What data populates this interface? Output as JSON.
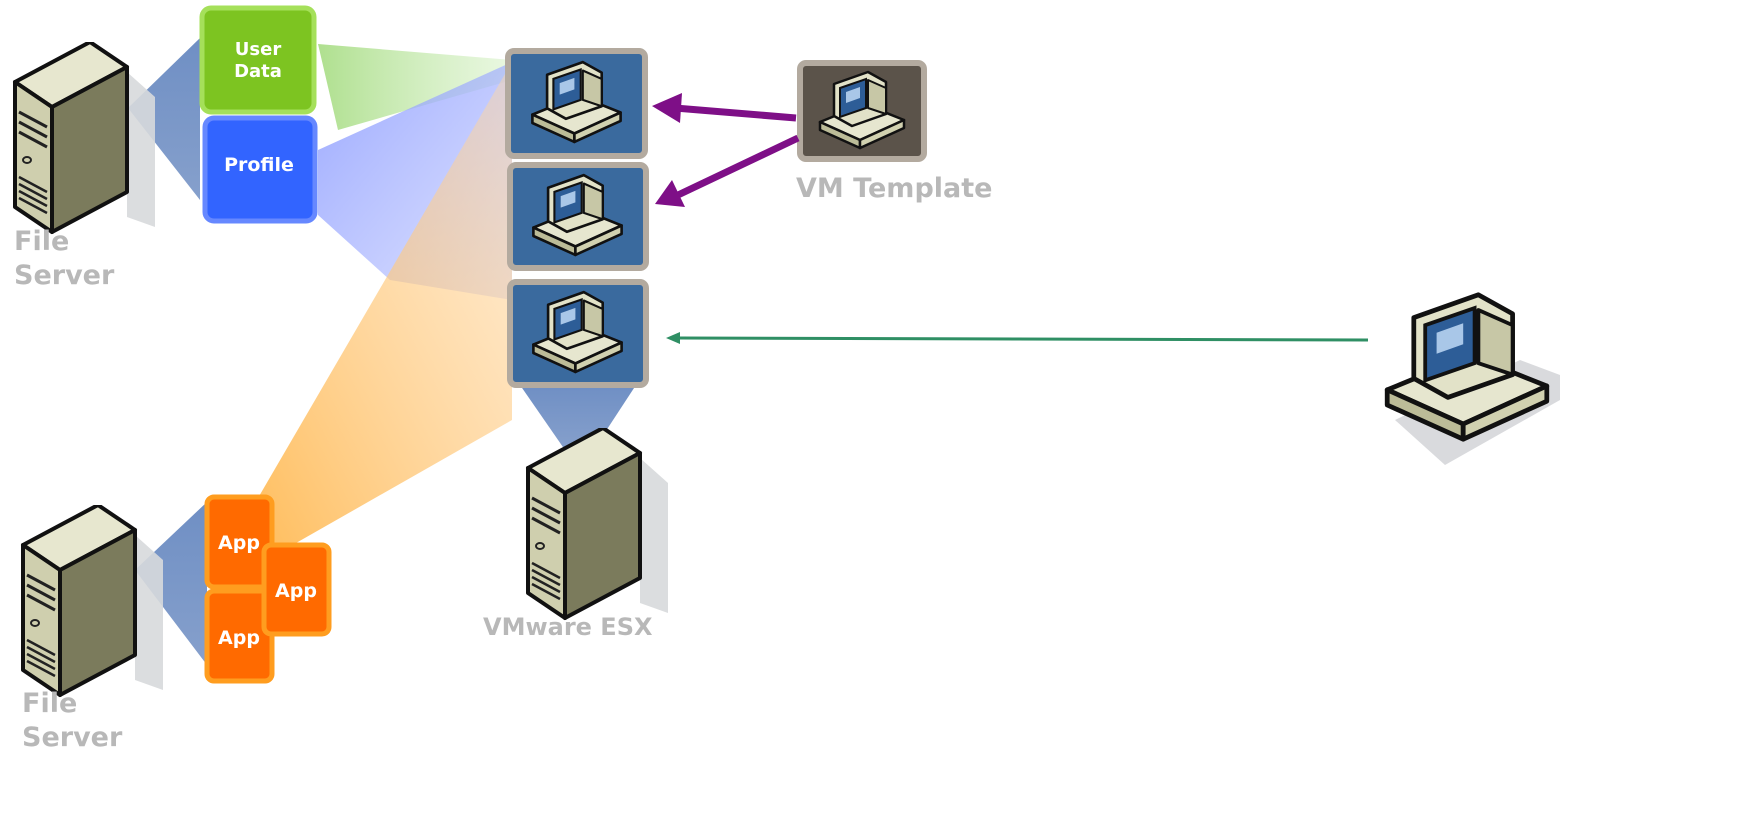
{
  "labels": {
    "file_server_top": [
      "File",
      "Server"
    ],
    "file_server_bottom": [
      "File",
      "Server"
    ],
    "vm_template": "VM Template",
    "vmware_esx": "VMware ESX"
  },
  "tiles": {
    "user_data": [
      "User",
      "Data"
    ],
    "profile": "Profile",
    "app_1": "App",
    "app_2": "App",
    "app_3": "App"
  },
  "colors": {
    "user_data": "#7dc421",
    "profile": "#3264ff",
    "app": "#ff6a00",
    "vm_tile": "#3a6a9e",
    "template_tile": "#5b534a",
    "template_arrow": "#7e0f87",
    "client_arrow": "#2f8f64",
    "label_gray": "#b8b8b8"
  },
  "icons": {
    "server": "server-tower-icon",
    "vm": "desktop-computer-icon",
    "client": "desktop-computer-icon"
  }
}
